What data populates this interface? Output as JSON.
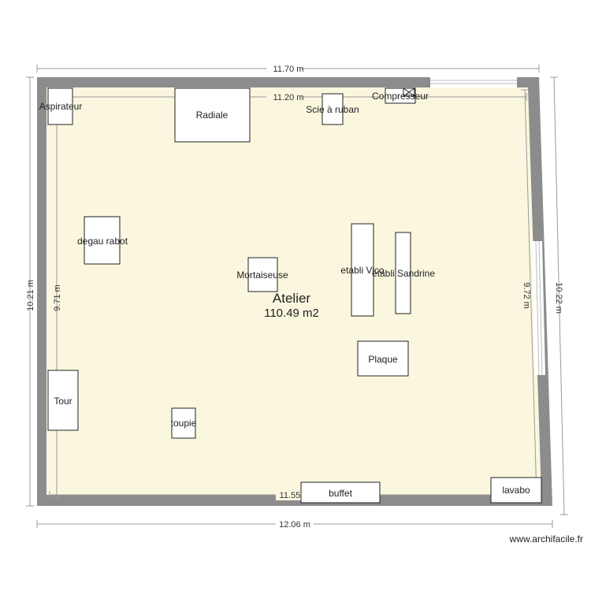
{
  "room": {
    "name": "Atelier",
    "area": "110.49 m2",
    "floor_color": "#fbf7df",
    "wall_color": "#8c8c8c"
  },
  "dimensions": {
    "top_outer": "11.70 m",
    "top_inner": "11.20 m",
    "bottom_outer": "12.06 m",
    "bottom_inner": "11.55 m",
    "left_outer": "10.21 m",
    "left_inner": "9.71 m",
    "right_outer": "10.22 m",
    "right_inner": "9.72 m"
  },
  "furniture": {
    "aspirateur": "Aspirateur",
    "radiale": "Radiale",
    "scie": "Scie à ruban",
    "compresseur": "Compresseur",
    "degau": "degau rabot",
    "mortaiseuse": "Mortaiseuse",
    "etabli_vico": "etabli Vico",
    "etabli_sandrine": "etabli Sandrine",
    "plaque": "Plaque",
    "tour": "Tour",
    "toupie": "toupie",
    "buffet": "buffet",
    "lavabo": "lavabo"
  },
  "watermark": "www.archifacile.fr"
}
